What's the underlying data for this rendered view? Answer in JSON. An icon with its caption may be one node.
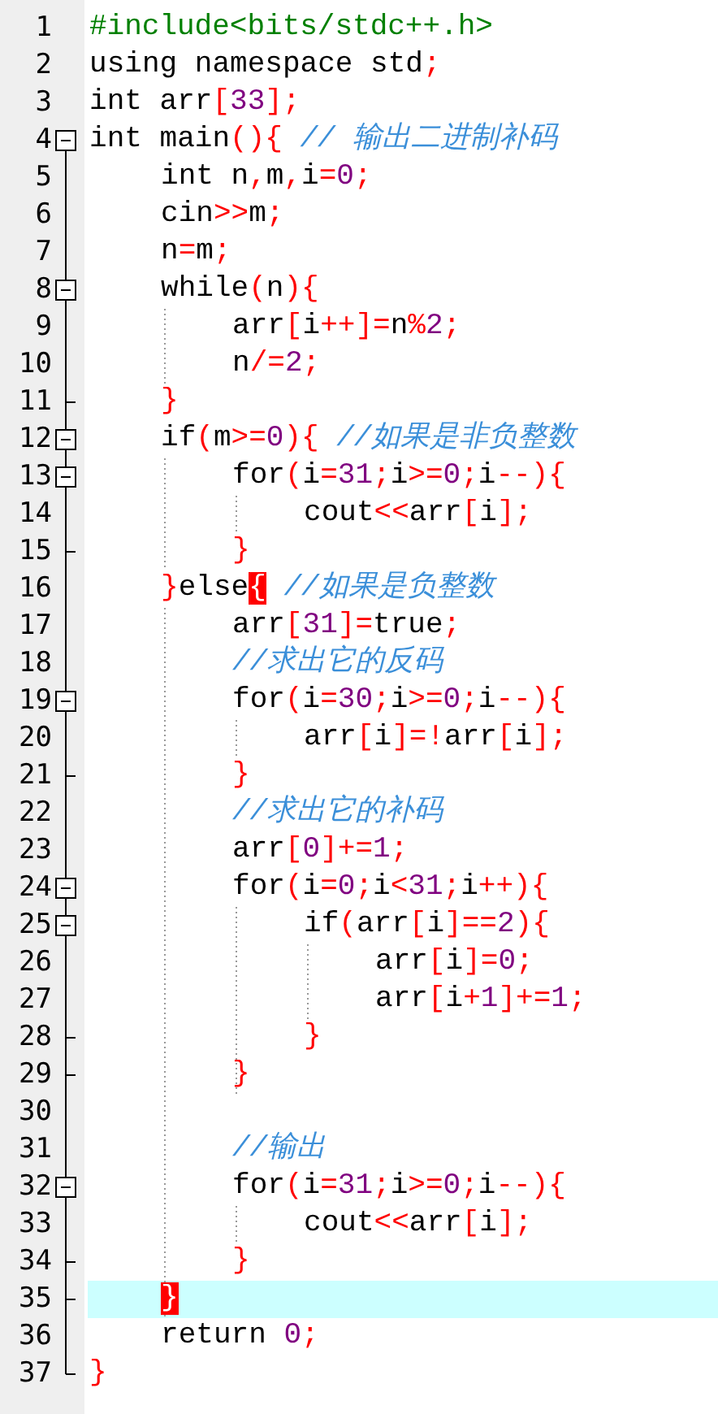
{
  "diagram": {
    "labels": [
      "1",
      "#include<bits/stdc++.h>",
      "2",
      "using namespace std;",
      "3",
      "int arr[33];",
      "4",
      "int main(){ // 输出二进制补码",
      "5",
      "int n,m,i=0;",
      "6",
      "cin>>m;",
      "7",
      "n=m;",
      "8",
      "while(n){",
      "9",
      "arr[i++]=n%2;",
      "10",
      "n/=2;",
      "11",
      "}",
      "12",
      "if(m>=0){ //如果是非负整数",
      "13",
      "for(i=31;i>=0;i--){",
      "14",
      "cout<<arr[i];",
      "15",
      "}",
      "16",
      "}else{ //如果是负整数",
      "17",
      "arr[31]=true;",
      "18",
      "//求出它的反码",
      "19",
      "for(i=30;i>=0;i--){",
      "20",
      "arr[i]=!arr[i];",
      "21",
      "}",
      "22",
      "//求出它的补码",
      "23",
      "arr[0]+=1;",
      "24",
      "for(i=0;i<31;i++){",
      "25",
      "if(arr[i]==2){",
      "26",
      "arr[i]=0;",
      "27",
      "arr[i+1]+=1;",
      "28",
      "}",
      "29",
      "}",
      "30",
      "31",
      "//输出",
      "32",
      "for(i=31;i>=0;i--){",
      "33",
      "cout<<arr[i];",
      "34",
      "}",
      "35",
      "}",
      "36",
      "return 0;",
      "37",
      "}"
    ]
  }
}
